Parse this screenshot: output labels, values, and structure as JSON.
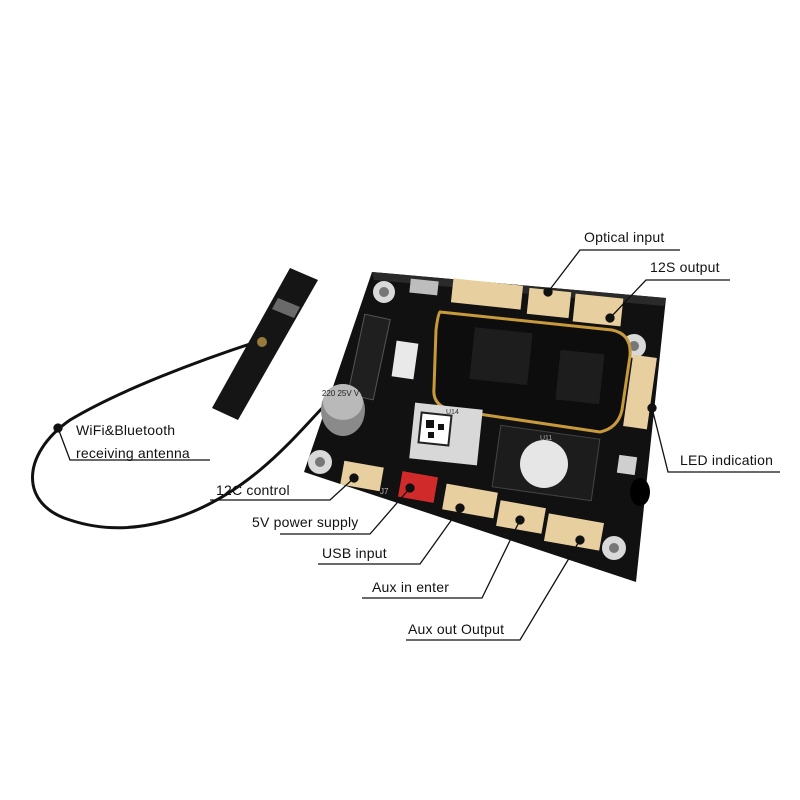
{
  "colors": {
    "background": "#ffffff",
    "board": "#111111",
    "gold_outline": "#c89a3c",
    "connector": "#e8cfa0",
    "red_connector": "#d12a2a",
    "leader_line": "#111111"
  },
  "callouts": {
    "optical_input": "Optical input",
    "i2s_output": "12S output",
    "wifi_bt_line1": "WiFi&Bluetooth",
    "wifi_bt_line2": "receiving antenna",
    "led_indication": "LED indication",
    "i2c_control": "12C control",
    "power_supply": "5V power supply",
    "usb_input": "USB input",
    "aux_in": "Aux in enter",
    "aux_out": "Aux out Output"
  },
  "board_markings": {
    "capacitor": "220 25V VT",
    "u14": "U14",
    "u11": "U11",
    "j7": "J7"
  }
}
